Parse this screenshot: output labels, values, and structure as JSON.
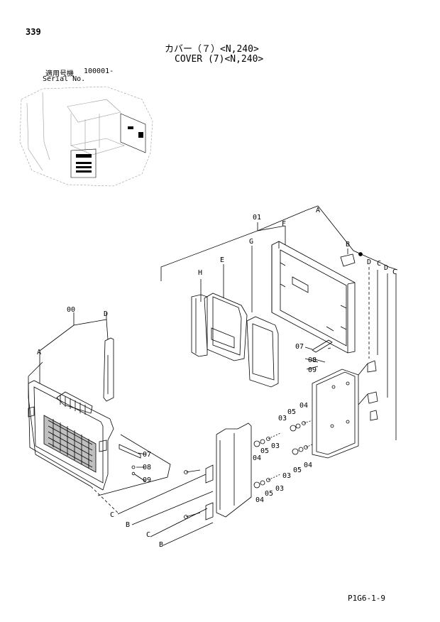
{
  "header": {
    "page_number": "339",
    "title_jp": "カバー（７）<N,240>",
    "title_en": "COVER (7)<N,240>",
    "serial_label_jp": "適用号機",
    "serial_value": "100001-",
    "serial_label_en": "Serial No."
  },
  "callouts": {
    "c01": "01",
    "c00": "00",
    "c03": "03",
    "c04": "04",
    "c05": "05",
    "c07": "07",
    "c08": "08",
    "c09": "09",
    "A": "A",
    "B": "B",
    "C": "C",
    "D": "D",
    "E": "E",
    "F": "F",
    "G": "G",
    "H": "H"
  },
  "footer": {
    "doc_code": "P1G6-1-9"
  }
}
